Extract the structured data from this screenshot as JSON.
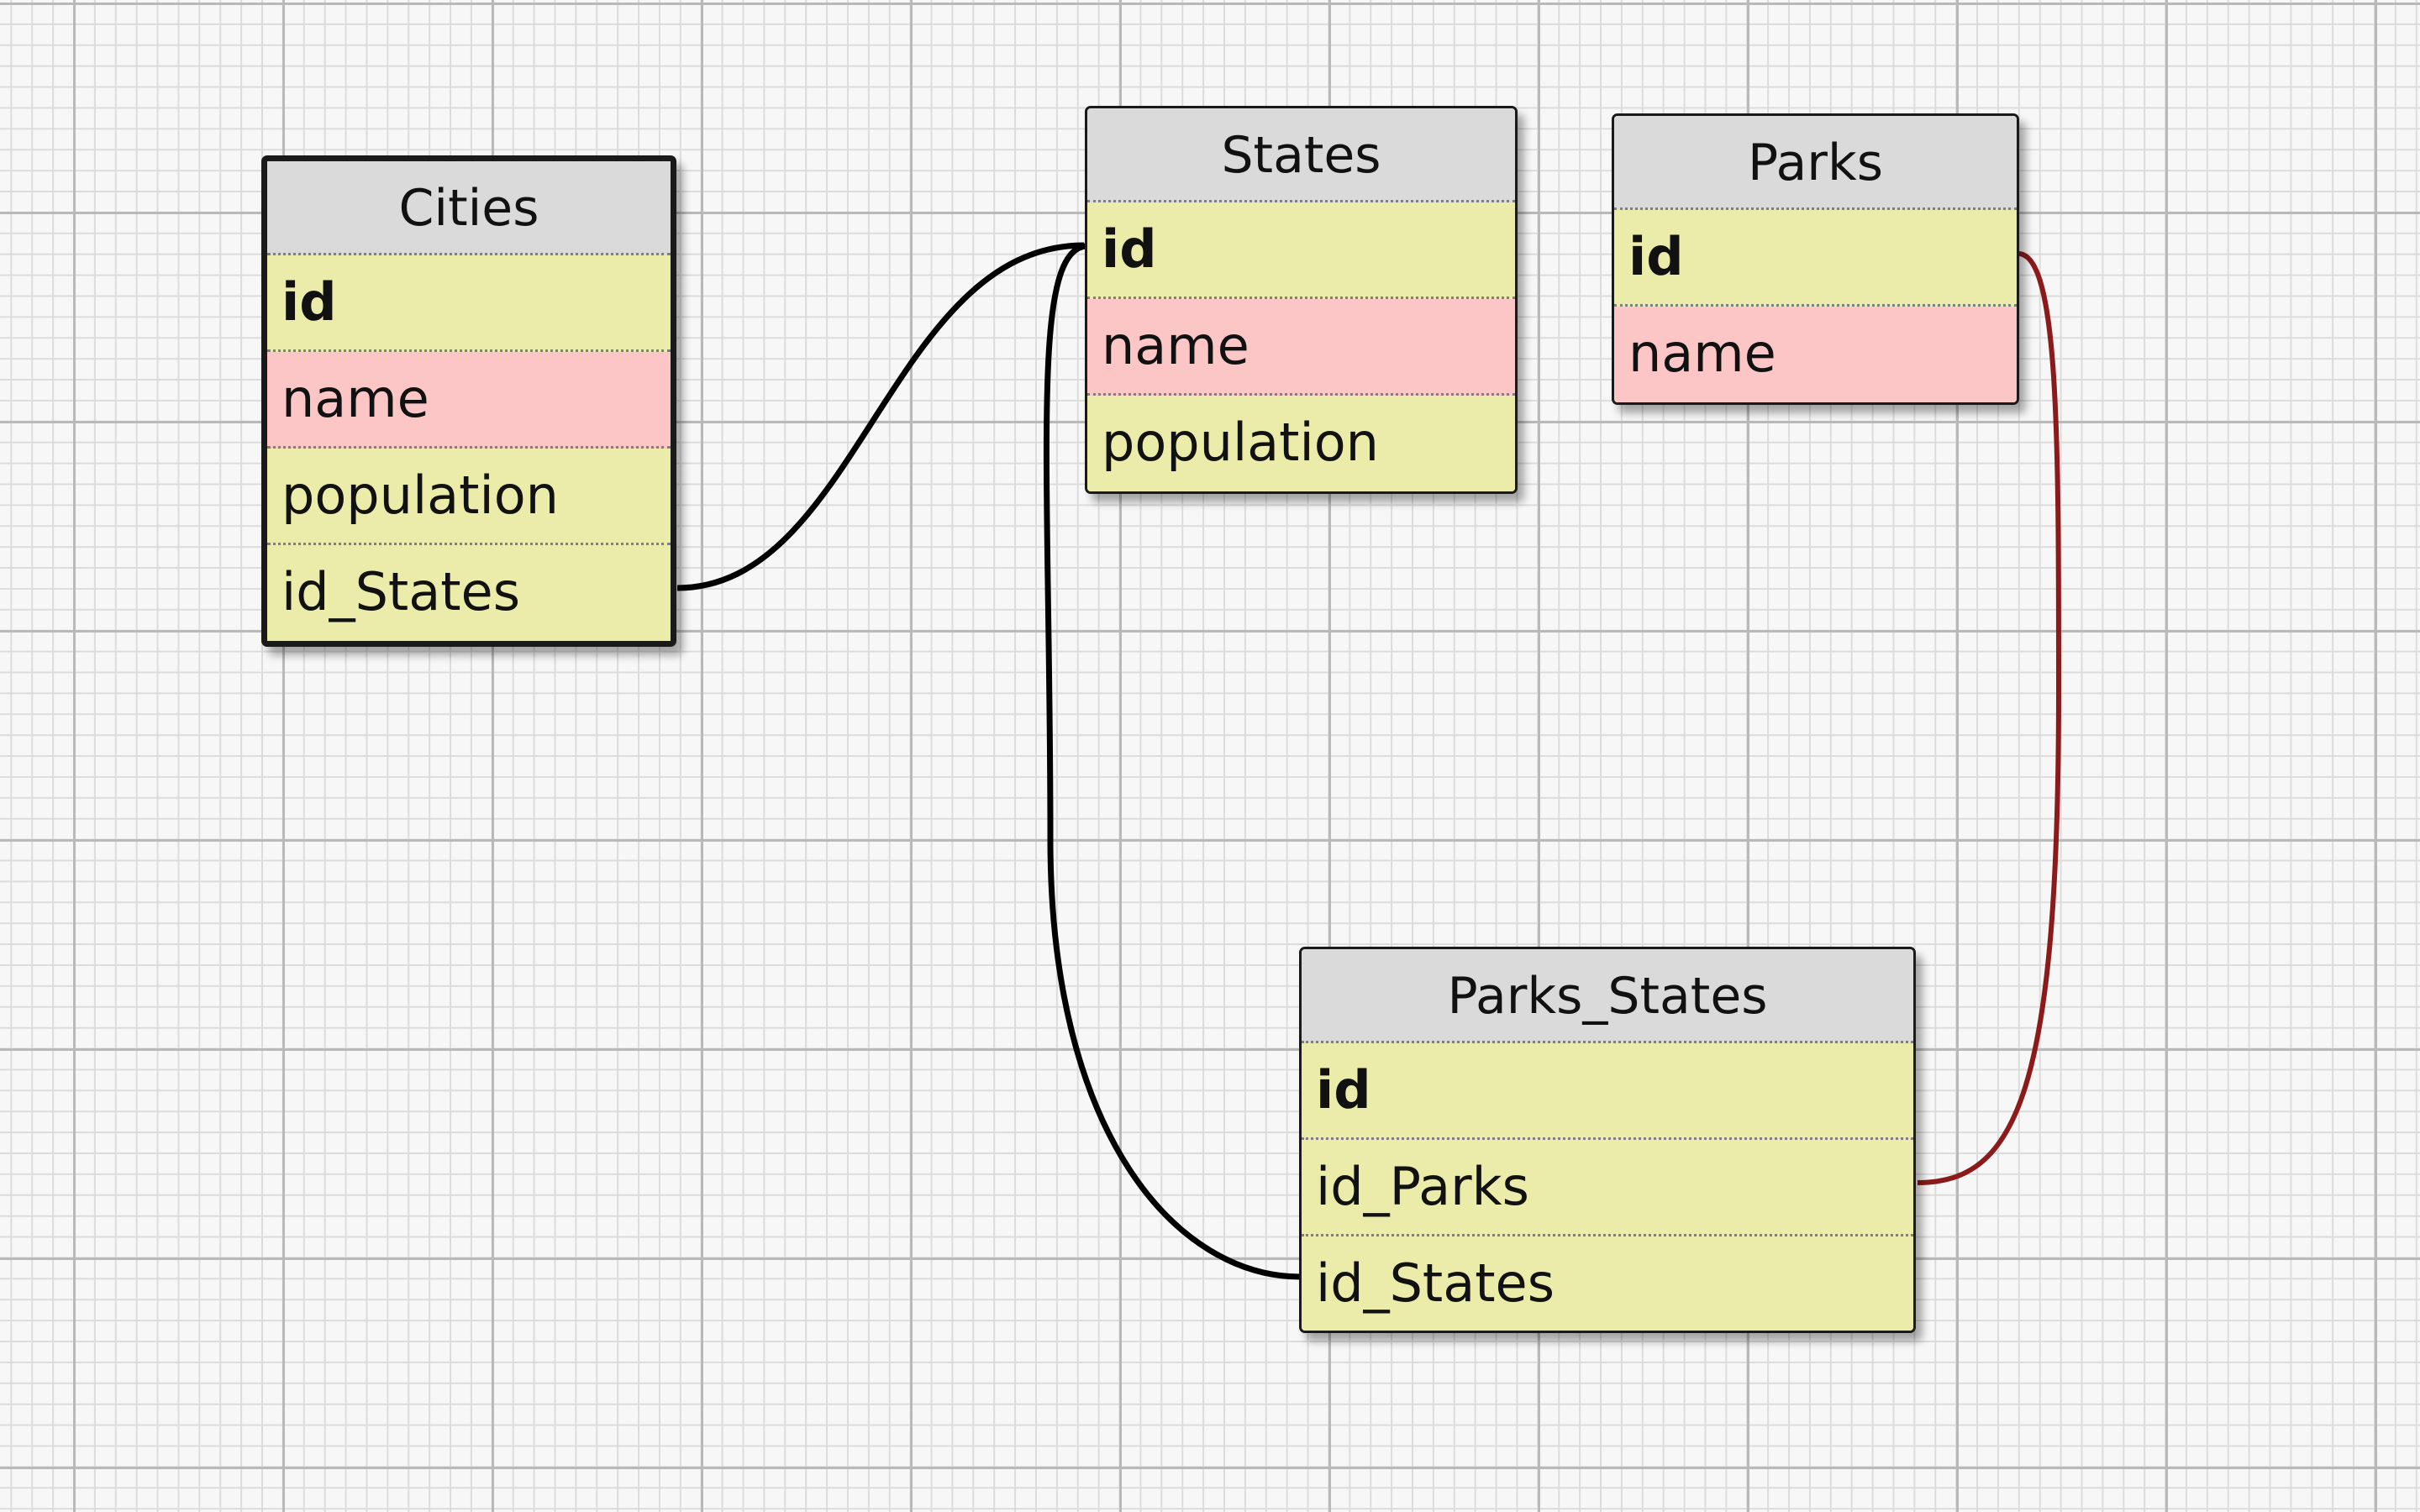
{
  "colors": {
    "canvas_background": "#f7f7f7",
    "grid_major": "#b9b9b9",
    "grid_minor": "#dcdcdc",
    "entity_header": "#dadada",
    "field_default": "#ececaa",
    "field_highlight": "#fdc6c6",
    "link_default": "#000000",
    "link_selected": "#8b1a1a"
  },
  "entities": {
    "cities": {
      "title": "Cities",
      "fields": [
        "id",
        "name",
        "population",
        "id_States"
      ]
    },
    "states": {
      "title": "States",
      "fields": [
        "id",
        "name",
        "population"
      ]
    },
    "parks": {
      "title": "Parks",
      "fields": [
        "id",
        "name"
      ]
    },
    "parks_states": {
      "title": "Parks_States",
      "fields": [
        "id",
        "id_Parks",
        "id_States"
      ]
    }
  },
  "relationships": [
    {
      "from": "Cities.id_States",
      "to": "States.id",
      "color": "#000000"
    },
    {
      "from": "Parks_States.id_States",
      "to": "States.id",
      "color": "#000000"
    },
    {
      "from": "Parks_States.id_Parks",
      "to": "Parks.id",
      "color": "#8b1a1a"
    }
  ]
}
